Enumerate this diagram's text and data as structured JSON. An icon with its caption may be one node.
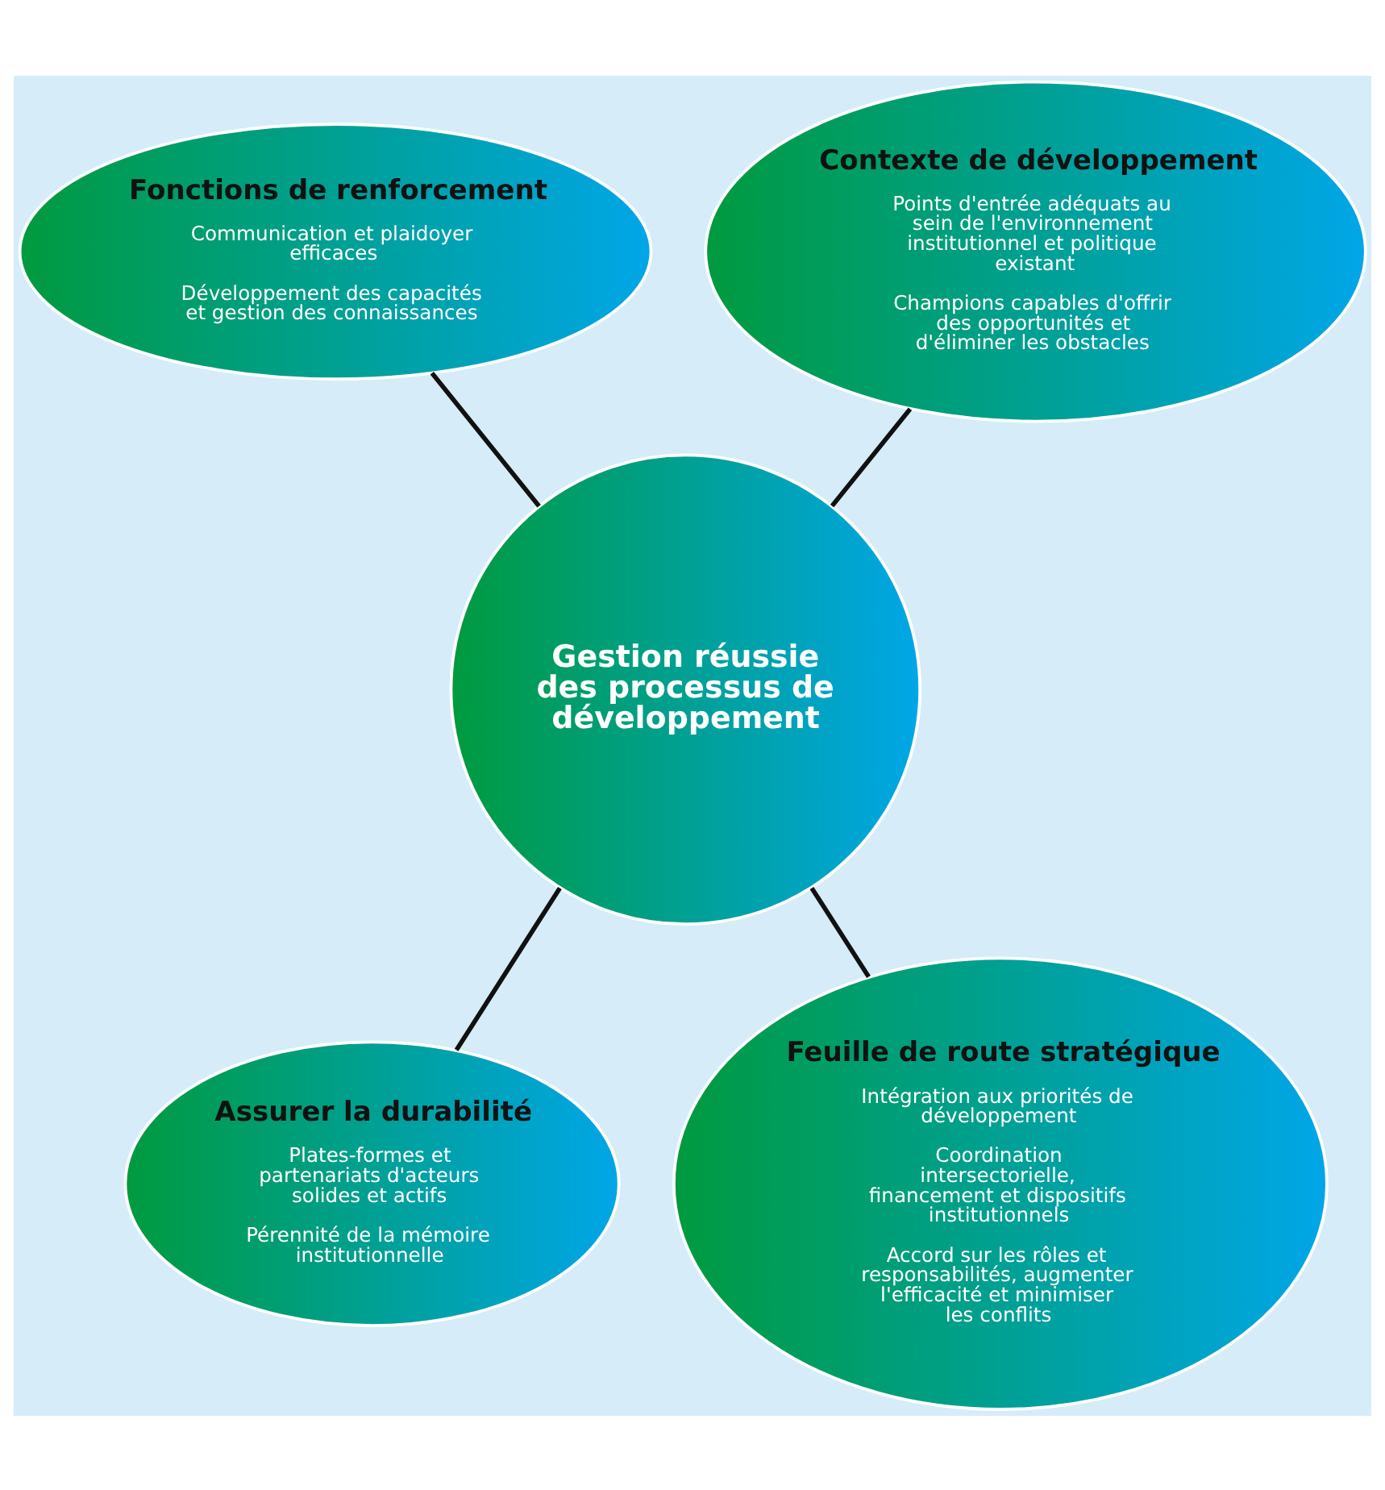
{
  "diagram": {
    "nodes": [
      {
        "text": [
          "Fonctions de renforcement",
          "Communication et plaidoyer efficaces",
          "Développement des capacités et gestion des connaissances"
        ]
      },
      {
        "text": [
          "Contexte de développement",
          "Points d'entrée adéquats au sein de l'environnement institutionnel et politique existant",
          "Champions capables d'offrir des opportunités et d'éliminer les obstacles"
        ]
      },
      {
        "text": [
          "Gestion réussie des processus de développement"
        ]
      },
      {
        "text": [
          "Assurer la durabilité",
          "Plates-formes et partenariats d'acteurs solides et actifs",
          "Pérennité de la mémoire institutionnelle"
        ]
      },
      {
        "text": [
          "Feuille de route stratégique",
          "Intégration aux priorités de développement",
          "Coordination intersectorielle, financement et dispositifs institutionnels",
          "Accord sur les rôles et responsabilités, augmenter l'efficacité et minimiser les conflits"
        ]
      }
    ],
    "edges": [
      {
        "from": 0,
        "to": 2,
        "arrow": "none"
      },
      {
        "from": 1,
        "to": 2,
        "arrow": "none"
      },
      {
        "from": 2,
        "to": 3,
        "arrow": "none"
      },
      {
        "from": 2,
        "to": 4,
        "arrow": "none"
      }
    ]
  }
}
